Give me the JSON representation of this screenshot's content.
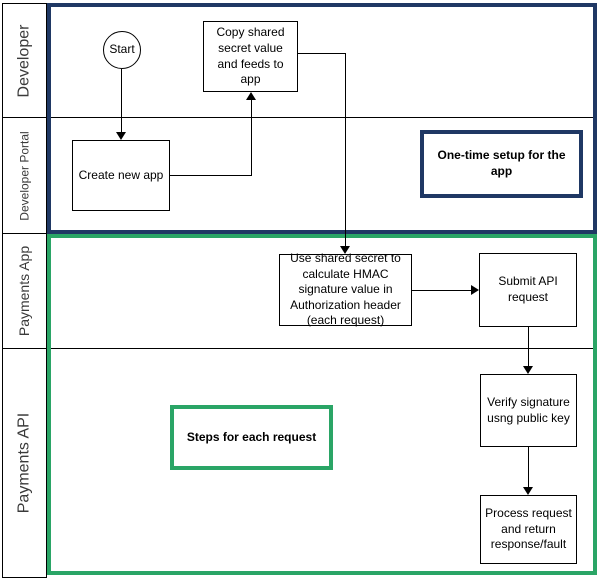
{
  "diagram_type": "swimlane-flowchart",
  "lanes": [
    {
      "label": "Developer"
    },
    {
      "label": "Developer Portal"
    },
    {
      "label": "Payments App"
    },
    {
      "label": "Payments API"
    }
  ],
  "groups": [
    {
      "name": "one-time-setup-group",
      "lanes_spanned": [
        "Developer",
        "Developer Portal"
      ],
      "border_color": "#1f3864"
    },
    {
      "name": "per-request-group",
      "lanes_spanned": [
        "Payments App",
        "Payments API"
      ],
      "border_color": "#2aa566"
    }
  ],
  "nodes": {
    "start": {
      "label": "Start",
      "shape": "circle",
      "lane": "Developer"
    },
    "copy_shared_secret": {
      "label": "Copy shared secret value and feeds to app",
      "shape": "rectangle",
      "lane": "Developer"
    },
    "create_new_app": {
      "label": "Create new app",
      "shape": "rectangle",
      "lane": "Developer Portal"
    },
    "one_time_setup": {
      "label": "One-time setup for the app",
      "shape": "callout",
      "lane": "Developer Portal"
    },
    "use_shared_secret": {
      "label": "Use shared secret to calculate HMAC signature value in Authorization header (each request)",
      "shape": "rectangle",
      "lane": "Payments App"
    },
    "submit_api_request": {
      "label": "Submit API request",
      "shape": "rectangle",
      "lane": "Payments App"
    },
    "steps_for_each_request": {
      "label": "Steps for each request",
      "shape": "callout",
      "lane": "Payments API"
    },
    "verify_signature": {
      "label": "Verify signature usng public key",
      "shape": "rectangle",
      "lane": "Payments API"
    },
    "process_request": {
      "label": "Process request and return response/fault",
      "shape": "rectangle",
      "lane": "Payments API"
    }
  },
  "edges": [
    {
      "from": "start",
      "to": "create_new_app"
    },
    {
      "from": "create_new_app",
      "to": "copy_shared_secret"
    },
    {
      "from": "copy_shared_secret",
      "to": "use_shared_secret"
    },
    {
      "from": "use_shared_secret",
      "to": "submit_api_request"
    },
    {
      "from": "submit_api_request",
      "to": "verify_signature"
    },
    {
      "from": "verify_signature",
      "to": "process_request"
    }
  ],
  "colors": {
    "navy_accent": "#1f3864",
    "green_accent": "#2aa566",
    "line": "#000000",
    "background": "#ffffff"
  }
}
